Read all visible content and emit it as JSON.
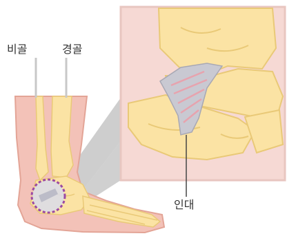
{
  "labels": {
    "fibula": "비골",
    "tibia": "경골",
    "ligament": "인대"
  },
  "colors": {
    "skin": "#f3c2b8",
    "skin_outline": "#e3a496",
    "bone": "#fbe3a4",
    "bone_outline": "#e9c977",
    "inset_background": "#f6d9d4",
    "inset_border": "#e8c6c0",
    "connector_shadow": "#b5b5b5",
    "ligament": "#c9c9d2",
    "ligament_highlight": "#e7a3ae",
    "highlight_circle": "#9b4aa3",
    "leader_line": "#444444"
  },
  "icons": {
    "callout_marker": "dashed-circle"
  }
}
